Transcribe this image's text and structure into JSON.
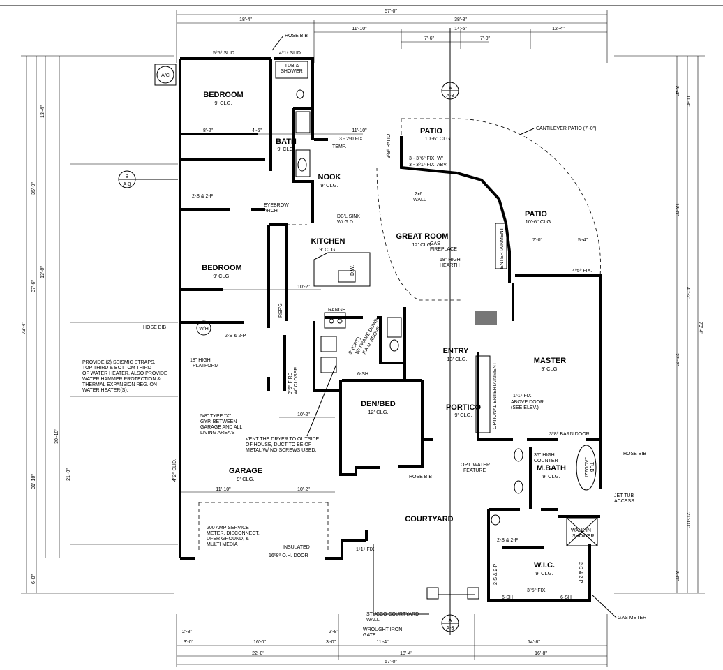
{
  "rooms": {
    "bedroom1": {
      "name": "BEDROOM",
      "ceiling": "9' CLG."
    },
    "bath": {
      "name": "BATH",
      "ceiling": "9' CLG."
    },
    "nook": {
      "name": "NOOK",
      "ceiling": "9' CLG."
    },
    "patio1": {
      "name": "PATIO",
      "ceiling": "10'-6\" CLG."
    },
    "patio2": {
      "name": "PATIO",
      "ceiling": "10'-6\" CLG."
    },
    "kitchen": {
      "name": "KITCHEN",
      "ceiling": "9' CLG."
    },
    "great_room": {
      "name": "GREAT ROOM",
      "ceiling": "12' CLG."
    },
    "bedroom2": {
      "name": "BEDROOM",
      "ceiling": "9' CLG."
    },
    "entry": {
      "name": "ENTRY",
      "ceiling": "13' CLG."
    },
    "master": {
      "name": "MASTER",
      "ceiling": "9' CLG."
    },
    "den": {
      "name": "DEN/BED",
      "ceiling": "12' CLG."
    },
    "portico": {
      "name": "PORTICO",
      "ceiling": "9' CLG."
    },
    "garage": {
      "name": "GARAGE",
      "ceiling": "9' CLG."
    },
    "mbath": {
      "name": "M.BATH",
      "ceiling": "9' CLG."
    },
    "courtyard": {
      "name": "COURTYARD",
      "ceiling": ""
    },
    "wic": {
      "name": "W.I.C.",
      "ceiling": "9' CLG."
    }
  },
  "notes": {
    "hose_bib_top": "HOSE BIB",
    "slid_505": "5⁰5⁰ SLID.",
    "slid_4016": "4⁰1⁶ SLID.",
    "tub_shower_1": "TUB &",
    "tub_shower_2": "SHOWER",
    "ac": "A/C",
    "fix_260": "3 - 2⁶0 FIX.",
    "temp": "TEMP.",
    "patio_door": "3⁰8⁰ PATIO",
    "fix_stack_1": "3 - 3⁰6⁰ FIX. W/",
    "fix_stack_2": "3 - 3⁰1⁶ FIX. ABV.",
    "cantilever": "CANTILEVER PATIO (7'-0\")",
    "wall_2x6_1": "2x6",
    "wall_2x6_2": "WALL",
    "eyebrow_arch_1": "EYEBROW",
    "eyebrow_arch_2": "ARCH",
    "sink_1": "DB'L SINK",
    "sink_2": "W/ G.D.",
    "closet_shelf": "2-S & 2-P",
    "gas_fireplace_1": "GAS",
    "gas_fireplace_2": "FIREPLACE",
    "hearth_1": "18\" HIGH",
    "hearth_2": "HEARTH",
    "entertainment": "ENTERTAINMENT",
    "optional_entertainment": "OPTIONAL ENTERTAINMENT",
    "fix_4050": "4⁰5⁰ FIX.",
    "range": "RANGE",
    "refg": "REF'G",
    "dw": "D.W.",
    "hose_bib_left": "HOSE BIB",
    "water_heater": "W/H",
    "platform_1": "18\" HIGH",
    "platform_2": "PLATFORM",
    "seismic_1": "PROVIDE (2) SEISMIC STRAPS,",
    "seismic_2": "TOP THIRD & BOTTOM THIRD",
    "seismic_3": "OF WATER HEATER, ALSO PROVIDE",
    "seismic_4": "WATER HAMMER PROTECTION &",
    "seismic_5": "THERMAL EXPANSION REG. ON",
    "seismic_6": "WATER HEATER(S).",
    "fau_1": "9' (OPT.)",
    "fau_2": "W/ FRAME DOWN",
    "fau_3": "F.A.U. ABOVE",
    "shelf_6sh": "6-SH",
    "fire_closet_1": "3⁰6⁰ FIRE",
    "fire_closet_2": "W/ CLOSER",
    "typex_1": "5/8\" TYPE \"X\"",
    "typex_2": "GYP. BETWEEN",
    "typex_3": "GARAGE AND ALL",
    "typex_4": "LIVING AREA'S",
    "dryer_1": "VENT THE DRYER TO OUTSIDE",
    "dryer_2": "OF HOUSE, DUCT TO BE OF",
    "dryer_3": "METAL W/ NO SCREWS USED.",
    "fix_1616": "1⁶1⁶ FIX.",
    "above_door_1": "ABOVE DOOR",
    "above_door_2": "(SEE ELEV.)",
    "barn_door": "3⁰8⁰ BARN DOOR",
    "high_counter_1": "36\" HIGH",
    "high_counter_2": "COUNTER",
    "jacuzzi_1": "JACUZZI",
    "jacuzzi_2": "TUB",
    "opt_water_1": "OPT. WATER",
    "opt_water_2": "FEATURE",
    "jet_tub_1": "JET TUB",
    "jet_tub_2": "ACCESS",
    "walk_in_1": "WALK-IN",
    "walk_in_2": "SHOWER",
    "service_1": "200 AMP SERVICE",
    "service_2": "METER, DISCONNECT,",
    "service_3": "UFER GROUND, &",
    "service_4": "MULTI MEDIA",
    "insulated": "INSULATED",
    "oh_door": "16⁰8⁰ O.H. DOOR",
    "stucco_1": "STUCCO COURTYARD",
    "stucco_2": "WALL",
    "iron_1": "WROUGHT IRON",
    "iron_2": "GATE",
    "gas_meter": "GAS METER",
    "fix_3050": "3⁰5⁰ FIX.",
    "slid_4020": "4⁰2⁰ SLID.",
    "section_a": "A",
    "section_b": "B",
    "section_sheet": "A-3"
  },
  "dimensions": {
    "overall": "57'-0\"",
    "d18_4": "18'-4\"",
    "d38_8": "38'-8\"",
    "d11_10": "11'-10\"",
    "d14_6": "14'-6\"",
    "d12_4": "12'-4\"",
    "d7_6": "7'-6\"",
    "d7_0": "7'-0\"",
    "d73_4": "73'-4\"",
    "d35_9": "35'-9\"",
    "d37_6": "37'-6\"",
    "d31_10": "31'-10\"",
    "d13_4": "13'-4\"",
    "d13_0": "13'-0\"",
    "d30_10": "30'-10\"",
    "d21_0": "21'-0\"",
    "d6_0": "6'-0\"",
    "d40_2": "40'-2\"",
    "d8_4": "8'-4\"",
    "d11_4": "11'-4\"",
    "d18_0": "18'-0\"",
    "d22_2": "22'-2\"",
    "d21_10": "21'-10\"",
    "d8_0": "8'-0\"",
    "d22_0": "22'-0\"",
    "d16_8": "16'-8\"",
    "d16_0": "16'-0\"",
    "d3_0": "3'-0\"",
    "d2_8": "2'-8\"",
    "d11_4b": "11'-4\"",
    "d14_8": "14'-8\"",
    "d10_2": "10'-2\"",
    "d8_2": "8'-2\"",
    "d4_6": "4'-6\"",
    "d5_4": "5'-4\""
  }
}
